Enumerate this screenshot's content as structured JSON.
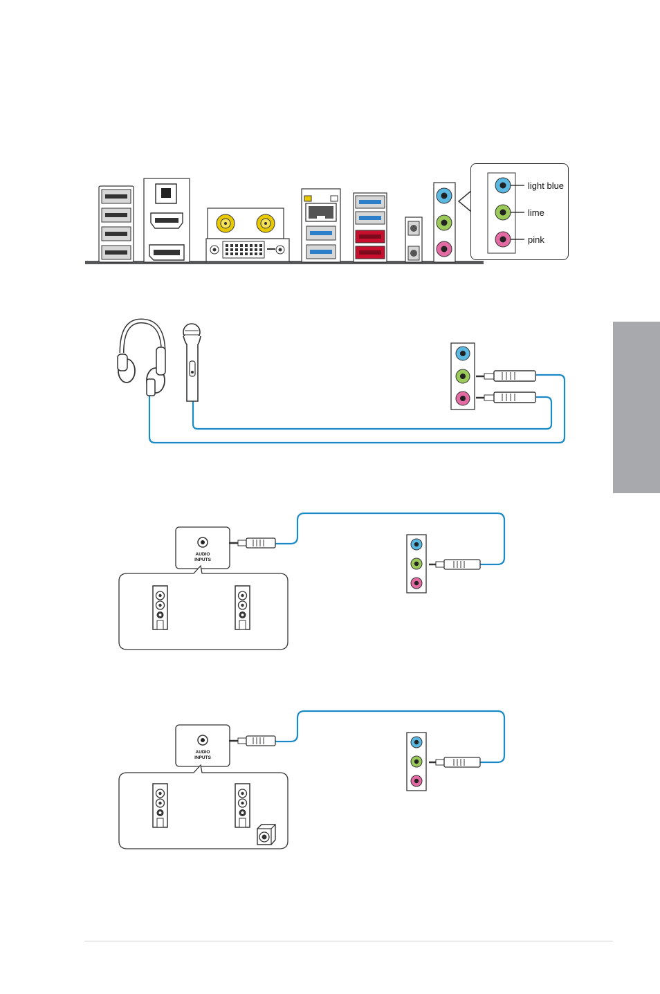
{
  "legend": {
    "items": [
      {
        "label": "light blue",
        "color": "#5bb8e0"
      },
      {
        "label": "lime",
        "color": "#9bc95a"
      },
      {
        "label": "pink",
        "color": "#e36aa3"
      }
    ]
  },
  "speaker_panels": [
    {
      "audio_inputs_line1": "AUDIO",
      "audio_inputs_line2": "INPUTS"
    },
    {
      "audio_inputs_line1": "AUDIO",
      "audio_inputs_line2": "INPUTS"
    }
  ],
  "colors": {
    "cable": "#1a8ac6",
    "usb3": "#2c7fc8",
    "usb_red": "#c8102e",
    "antenna": "#e8c800",
    "side_tab": "#a7a9ac",
    "jack_blue": "#5bb8e0",
    "jack_lime": "#9bc95a",
    "jack_pink": "#e36aa3"
  }
}
